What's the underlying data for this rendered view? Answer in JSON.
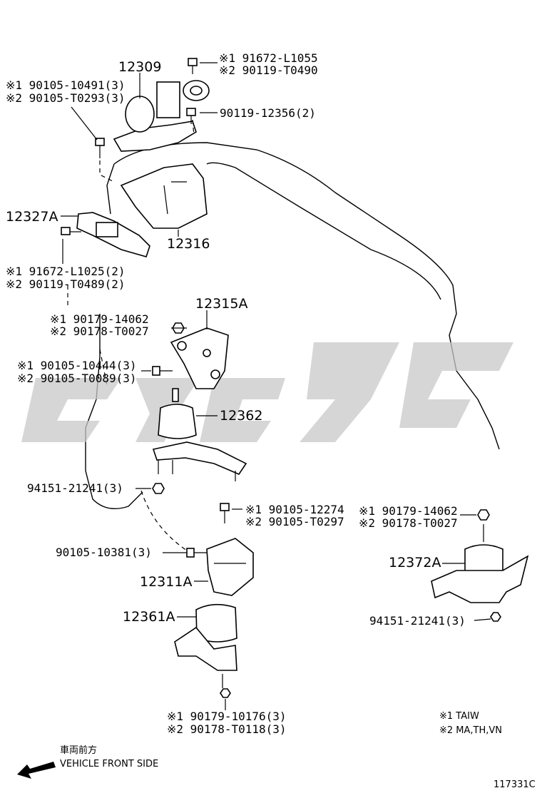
{
  "callouts": {
    "p12309": "12309",
    "p12316": "12316",
    "p12327a": "12327A",
    "p12315a": "12315A",
    "p12362": "12362",
    "p12311a": "12311A",
    "p12361a": "12361A",
    "p12372a": "12372A"
  },
  "labels": {
    "b1_1": "※1 91672-L1055",
    "b1_2": "※2 90119-T0490",
    "b2_1": "※1 90105-10491(3)",
    "b2_2": "※2 90105-T0293(3)",
    "b3": "90119-12356(2)",
    "b4_1": "※1 91672-L1025(2)",
    "b4_2": "※2 90119-T0489(2)",
    "b5_1": "※1 90179-14062",
    "b5_2": "※2 90178-T0027",
    "b6_1": "※1 90105-10444(3)",
    "b6_2": "※2 90105-T0089(3)",
    "b7": "94151-21241(3)",
    "b8_1": "※1 90105-12274",
    "b8_2": "※2 90105-T0297",
    "b9": "90105-10381(3)",
    "b10_1": "※1 90179-14062",
    "b10_2": "※2 90178-T0027",
    "b11": "94151-21241(3)",
    "b12_1": "※1 90179-10176(3)",
    "b12_2": "※2 90178-T0118(3)"
  },
  "legend": {
    "note1": "※1 TAIW",
    "note2": "※2 MA,TH,VN"
  },
  "direction": {
    "japanese": "車両前方",
    "english": "VEHICLE FRONT SIDE"
  },
  "figure_id": "117331C",
  "watermark_text": "GYSGC",
  "colors": {
    "ink": "#000000",
    "watermark": "#c8c8c8",
    "paper": "#ffffff"
  }
}
